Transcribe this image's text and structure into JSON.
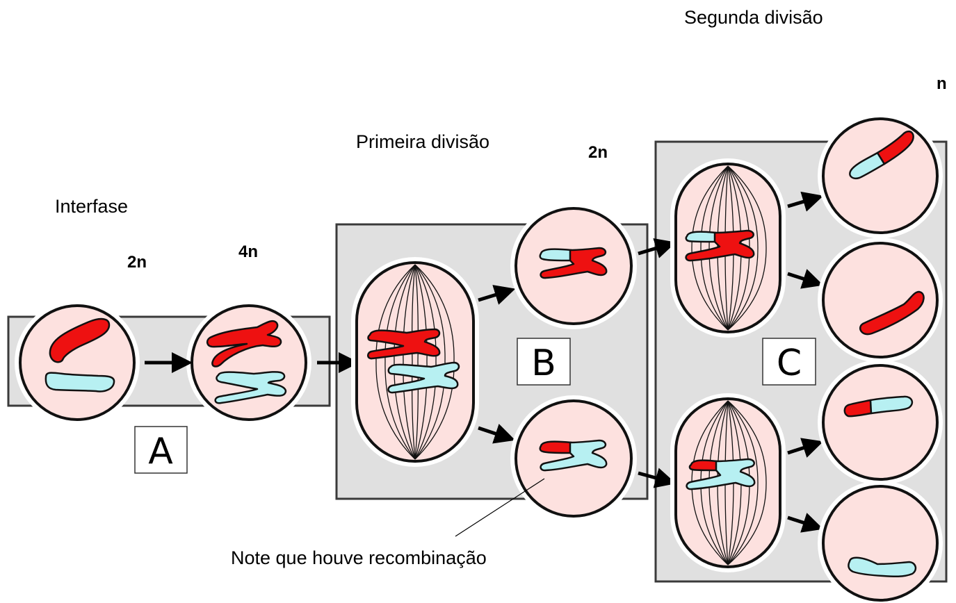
{
  "labels": {
    "interphase": "Interfase",
    "first_division": "Primeira divisão",
    "second_division": "Segunda divisão",
    "recombination_note": "Note que houve recombinação"
  },
  "ploidy": {
    "interphase_start": "2n",
    "interphase_end": "4n",
    "after_first_division": "2n",
    "final": "n"
  },
  "panels": {
    "a": "A",
    "b": "B",
    "c": "C"
  },
  "colors": {
    "maternal_chromosome": "#ee1111",
    "paternal_chromosome": "#b7f0f2",
    "cell_fill": "#fde1df",
    "panel_background": "#e0e0e0"
  }
}
